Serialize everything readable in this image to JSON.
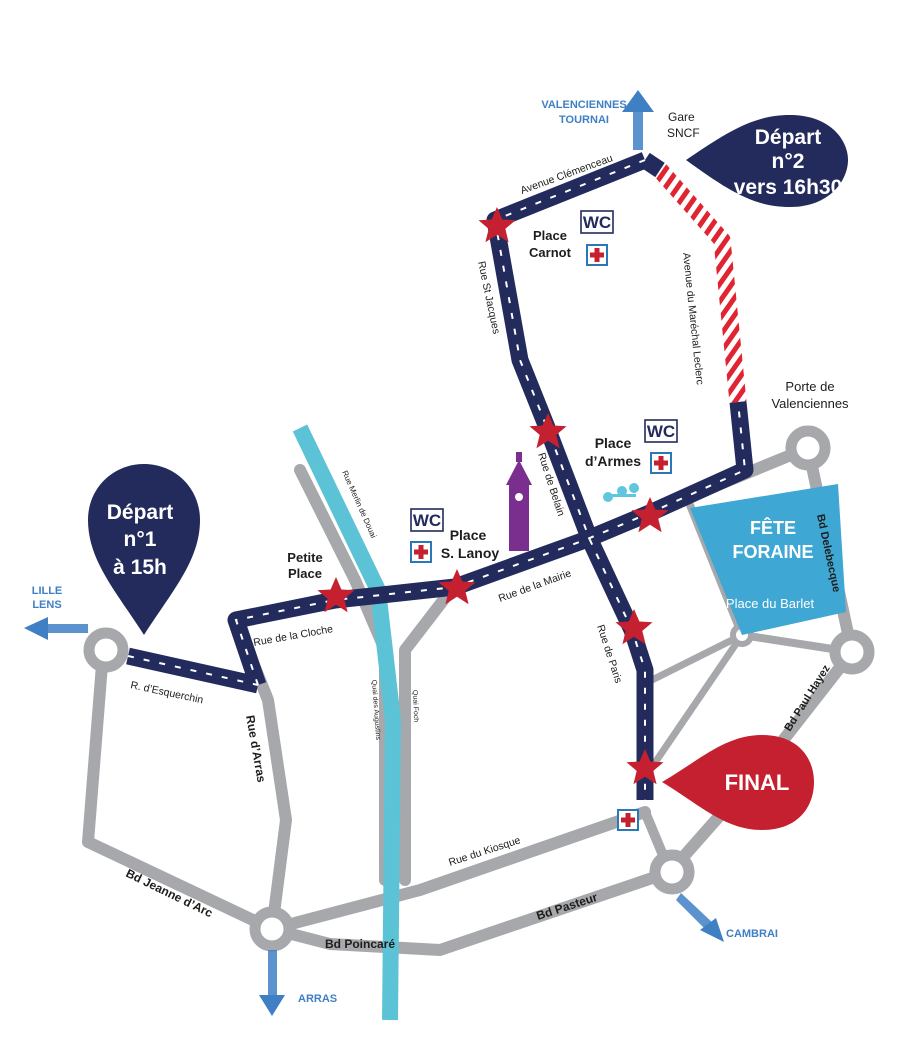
{
  "colors": {
    "road": "#a7a8ab",
    "route": "#232b5c",
    "river": "#5cc3d7",
    "star": "#c4202f",
    "final": "#c4202f",
    "fete": "#3fa7d3",
    "hatch_red": "#e02431",
    "belfry": "#7a2e8e",
    "fountain": "#5fc6e0"
  },
  "departures": {
    "d1": {
      "line1": "Départ",
      "line2": "n°1",
      "line3": "à 15h"
    },
    "d2": {
      "line1": "Départ",
      "line2": "n°2",
      "line3": "vers 16h30"
    }
  },
  "final_label": "FINAL",
  "fete": {
    "title1": "FÊTE",
    "title2": "FORAINE",
    "subtitle": "Place du Barlet"
  },
  "directions": {
    "valenciennes": {
      "line1": "VALENCIENNES",
      "line2": "TOURNAI"
    },
    "lille": {
      "line1": "LILLE",
      "line2": "LENS"
    },
    "cambrai": "CAMBRAI",
    "arras": "ARRAS"
  },
  "places": {
    "gare_line1": "Gare",
    "gare_line2": "SNCF",
    "carnot_line1": "Place",
    "carnot_line2": "Carnot",
    "armes_line1": "Place",
    "armes_line2": "d’Armes",
    "lanoy_line1": "Place",
    "lanoy_line2": "S. Lanoy",
    "petite_line1": "Petite",
    "petite_line2": "Place",
    "porte_line1": "Porte de",
    "porte_line2": "Valenciennes"
  },
  "streets": {
    "clemenceau": "Avenue Clémenceau",
    "leclerc": "Avenue du Maréchal Leclerc",
    "st_jacques": "Rue St Jacques",
    "belain": "Rue de Belain",
    "mairie": "Rue de la Mairie",
    "cloche": "Rue de la Cloche",
    "esquerchin": "R. d’Esquerchin",
    "arras": "Rue d’Arras",
    "paris": "Rue de Paris",
    "merlin": "Rue Merlin de Douai",
    "quai_augustins": "Quai des Augustins",
    "quai_foch": "Quai Foch",
    "kiosque": "Rue du Kiosque",
    "jeanne": "Bd Jeanne d’Arc",
    "poincare": "Bd Poincaré",
    "pasteur": "Bd Pasteur",
    "hayez": "Bd Paul Hayez",
    "delebecque": "Bd Delebecque"
  },
  "wc_label": "WC"
}
